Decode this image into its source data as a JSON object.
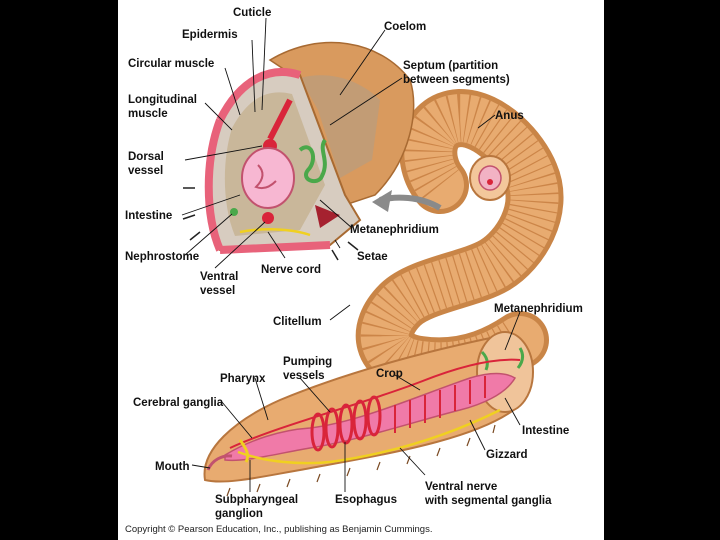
{
  "labels": {
    "cuticle": "Cuticle",
    "epidermis": "Epidermis",
    "coelom": "Coelom",
    "circular_muscle": "Circular muscle",
    "septum_1": "Septum (partition",
    "septum_2": "between segments)",
    "longitudinal_1": "Longitudinal",
    "longitudinal_2": "muscle",
    "anus": "Anus",
    "dorsal_1": "Dorsal",
    "dorsal_2": "vessel",
    "intestine_top": "Intestine",
    "metanephridium_top": "Metanephridium",
    "nephrostome": "Nephrostome",
    "setae": "Setae",
    "ventral_1": "Ventral",
    "ventral_2": "vessel",
    "nerve_cord": "Nerve cord",
    "clitellum": "Clitellum",
    "metanephridium_bottom": "Metanephridium",
    "pumping_1": "Pumping",
    "pumping_2": "vessels",
    "pharynx": "Pharynx",
    "crop": "Crop",
    "cerebral_ganglia": "Cerebral ganglia",
    "intestine_bottom": "Intestine",
    "gizzard": "Gizzard",
    "mouth": "Mouth",
    "ventral_nerve_1": "Ventral nerve",
    "ventral_nerve_2": "with segmental ganglia",
    "subpharyngeal_1": "Subpharyngeal",
    "subpharyngeal_2": "ganglion",
    "esophagus": "Esophagus"
  },
  "copyright": "Copyright © Pearson Education, Inc., publishing as Benjamin Cummings.",
  "colors": {
    "background": "#000000",
    "panel": "#ffffff",
    "body_tan": "#e2a066",
    "body_dark": "#b8763e",
    "wall_pink": "#e8627a",
    "coelom_fill": "#c9b79a",
    "vessel_red": "#d9243a",
    "gut_pink": "#f07aa8",
    "nephridium_green": "#4aa84a",
    "nerve_yellow": "#f0d020",
    "arrow_gray": "#8a8a8a"
  }
}
